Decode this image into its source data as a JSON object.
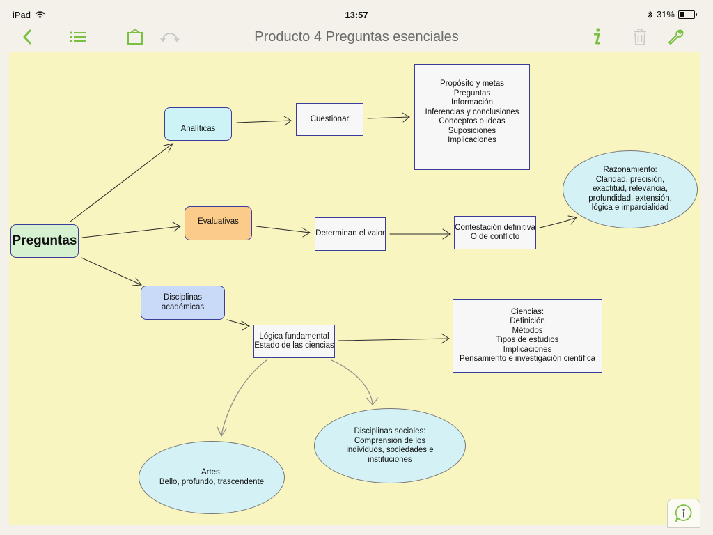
{
  "status_bar": {
    "device": "iPad",
    "time": "13:57",
    "battery": "31%",
    "battery_level": 0.31
  },
  "toolbar": {
    "title": "Producto 4 Preguntas esenciales"
  },
  "colors": {
    "accent": "#7ac143",
    "canvas": "#f8f5c0",
    "node_border": "#3c3c9a"
  },
  "map": {
    "root": "Preguntas",
    "analiticas": "Analíticas",
    "cuestionar": "Cuestionar",
    "proposito": "Propósito y metas\nPreguntas\nInformación\nInferencias y conclusiones\nConceptos o ideas\nSuposiciones\nImplicaciones",
    "evaluativas": "Evaluativas",
    "determinan": "Determinan el valor",
    "contestacion": "Contestación definitiva\nO de conflicto",
    "razonamiento": "Razonamiento:\nClaridad, precisión,\nexactitud, relevancia,\nprofundidad, extensión,\nlógica e imparcialidad",
    "disciplinas": "Disciplinas académicas",
    "logica": "Lógica fundamental\nEstado de las ciencias",
    "ciencias": "Ciencias:\nDefinición\nMétodos\nTipos de estudios\nImplicaciones\nPensamiento e investigación científica",
    "sociales": "Disciplinas sociales:\nComprensión de los\nindividuos, sociedades e\ninstituciones",
    "artes": "Artes:\nBello, profundo, trascendente"
  }
}
